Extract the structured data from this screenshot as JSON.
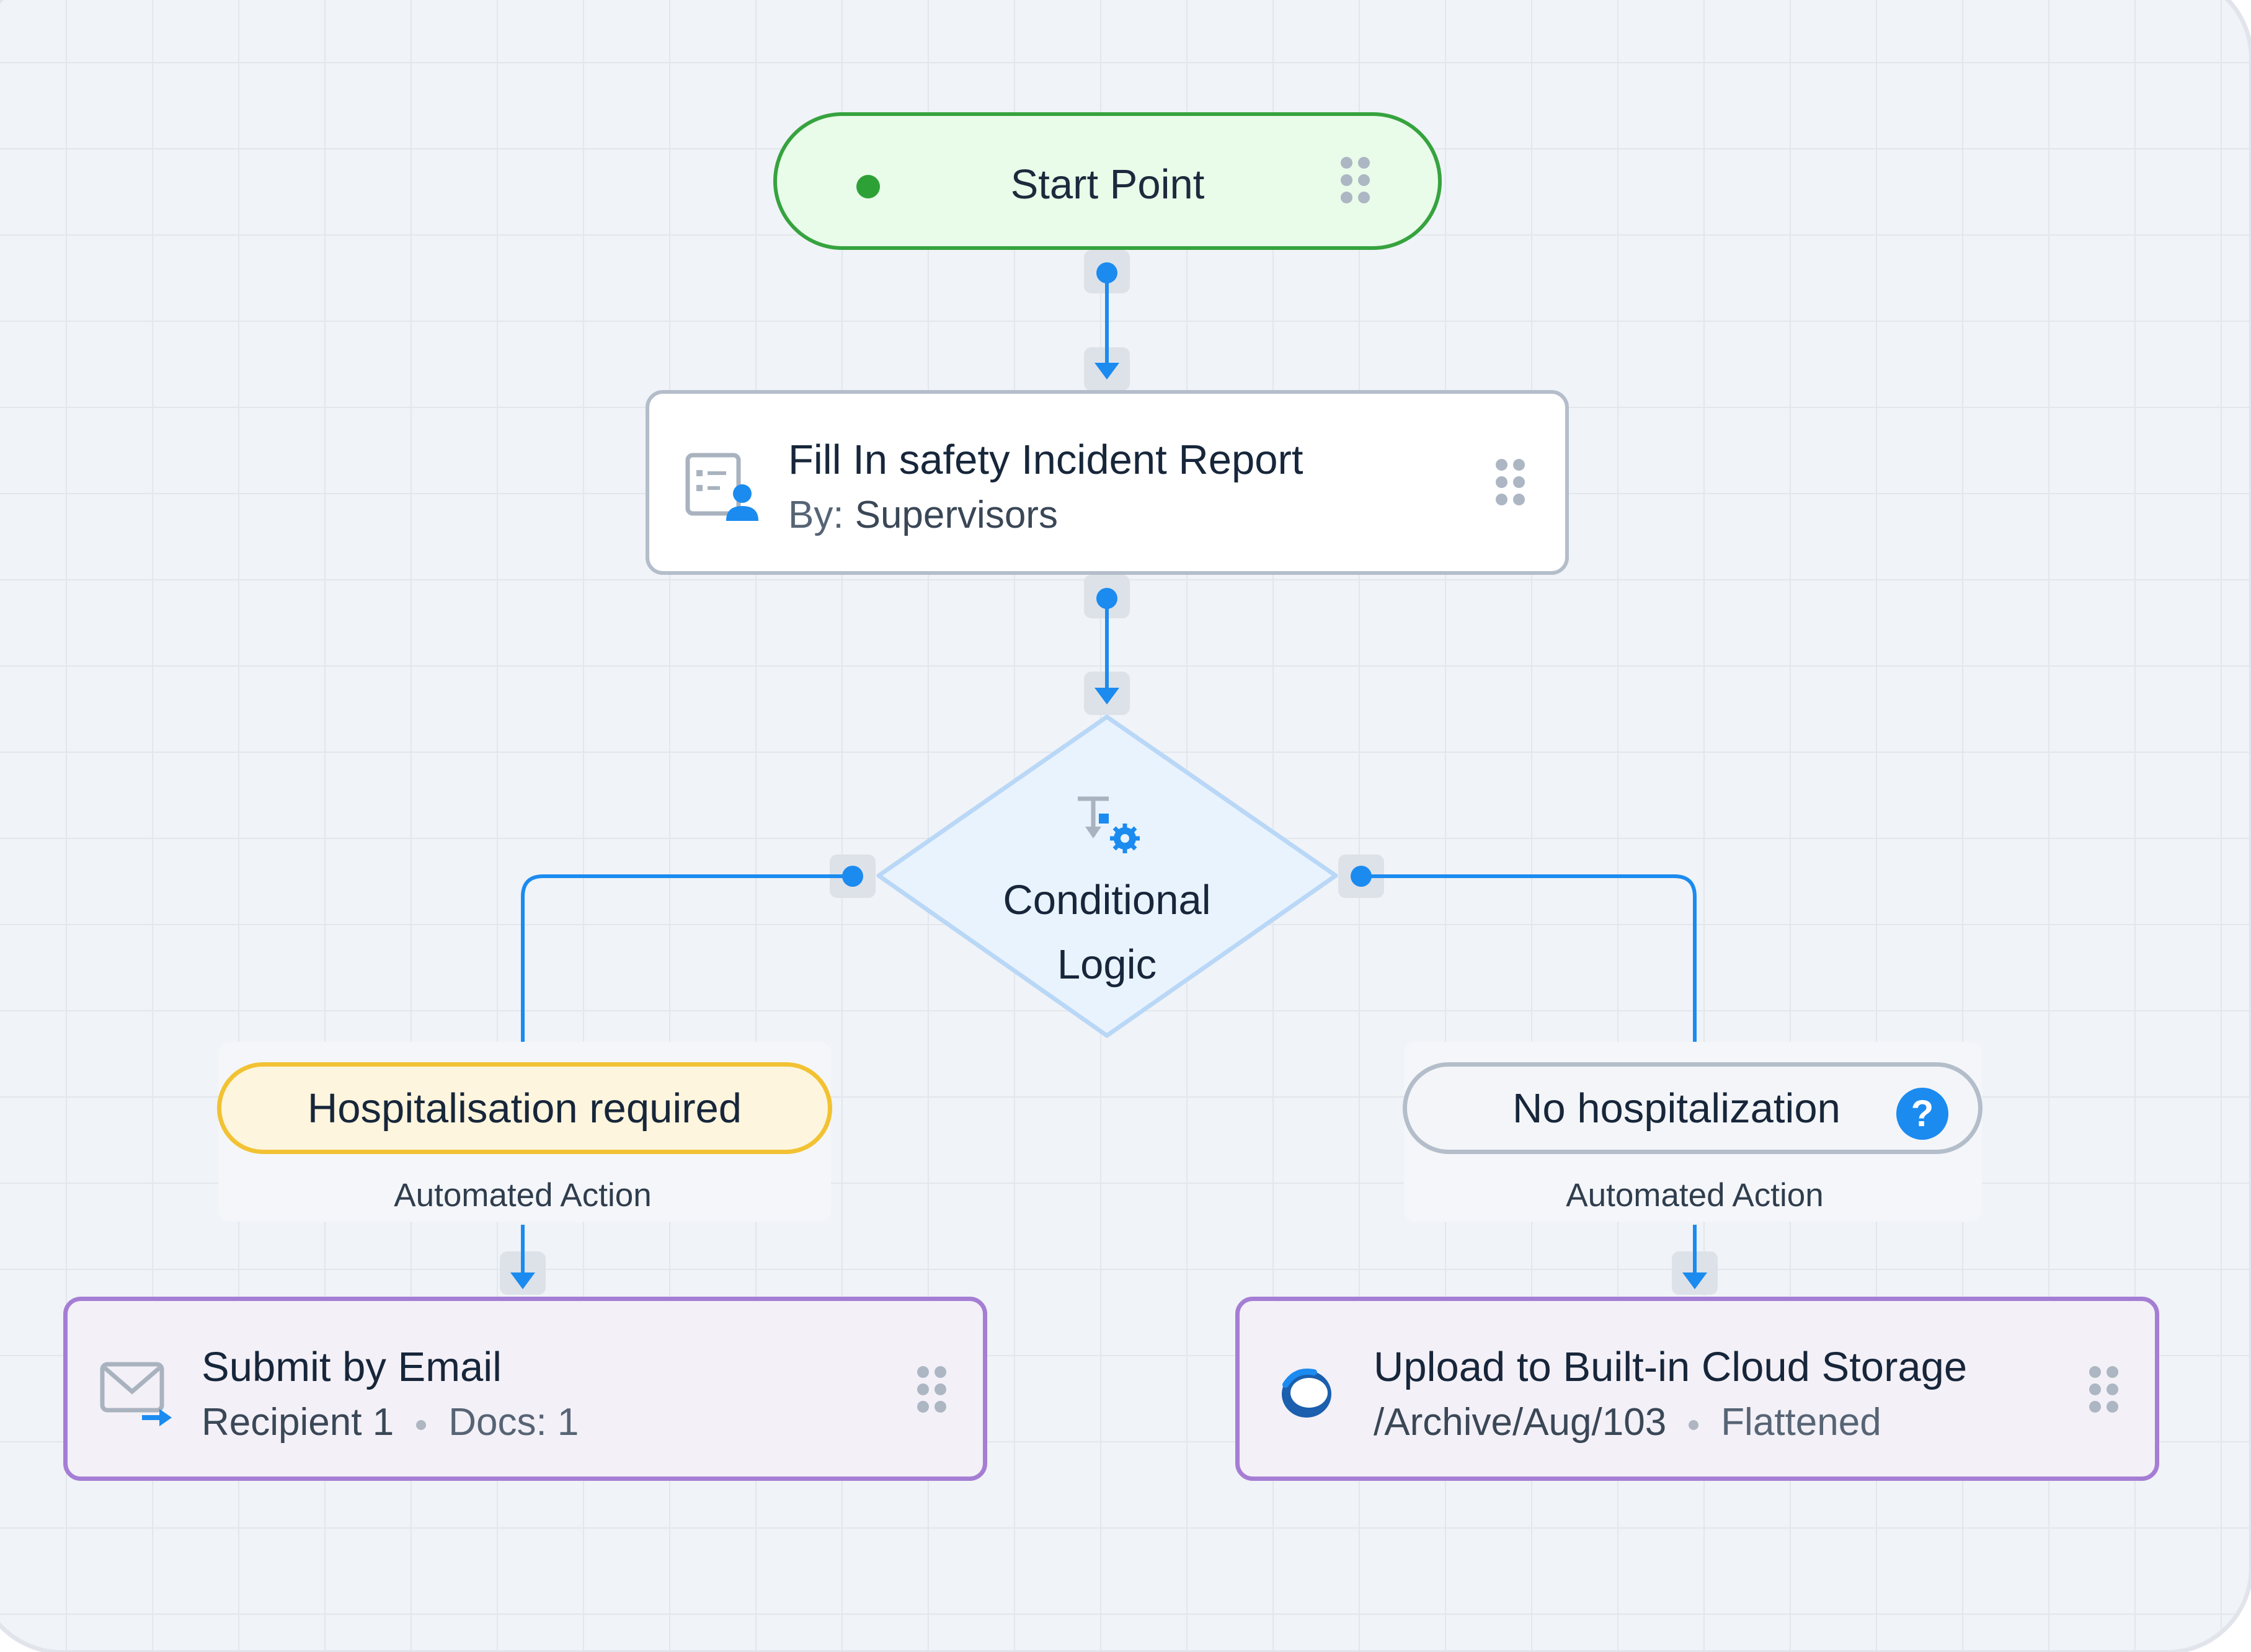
{
  "flow": {
    "start": {
      "title": "Start Point",
      "icon": "start-dot-icon",
      "color": "#36a33e"
    },
    "task": {
      "title": "Fill In safety Incident Report",
      "by_label": "By:",
      "assignee": "Supervisors",
      "icon": "form-user-icon"
    },
    "decision": {
      "title": "Conditional Logic",
      "icon": "conditional-logic-icon"
    },
    "branches": [
      {
        "condition": "Hospitalisation required",
        "condition_color": "#f2c233",
        "subtitle": "Automated Action",
        "action": {
          "title": "Submit by Email",
          "detail_primary": "Recipient 1",
          "detail_secondary": "Docs: 1",
          "icon": "email-send-icon"
        }
      },
      {
        "condition": "No hospitalization",
        "condition_color": "#b4bdca",
        "help_badge": "?",
        "subtitle": "Automated Action",
        "action": {
          "title": "Upload to Built-in Cloud Storage",
          "detail_primary": "/Archive/Aug/103",
          "detail_secondary": "Flattened",
          "icon": "cloud-storage-icon"
        }
      }
    ],
    "colors": {
      "connector": "#1b8bf0",
      "action_border": "#a57ed4",
      "canvas": "#f0f3f7"
    }
  }
}
